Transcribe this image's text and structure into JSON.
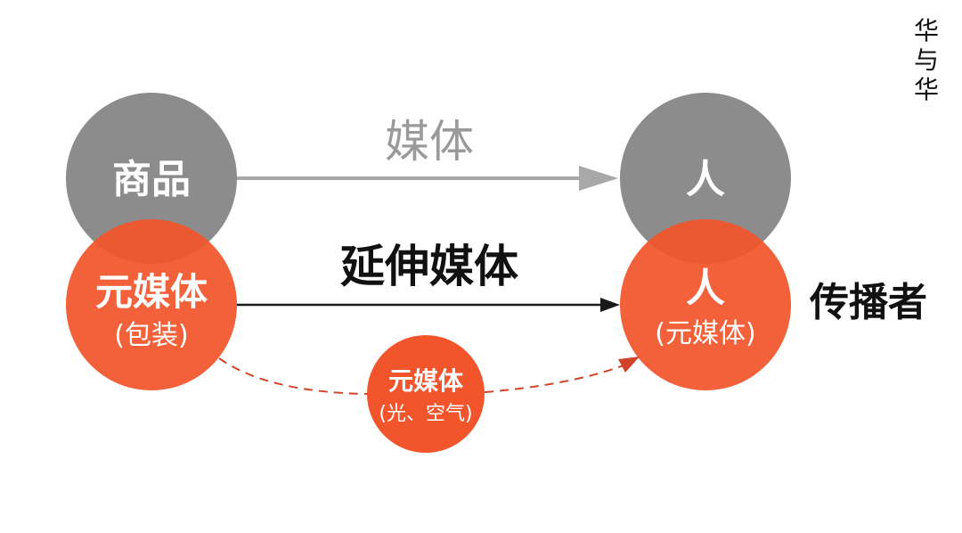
{
  "logo": {
    "lines": [
      "华",
      "与",
      "华"
    ]
  },
  "nodes": {
    "goods": {
      "label": "商品"
    },
    "person_top": {
      "label": "人"
    },
    "meta_packaging": {
      "label": "元媒体",
      "sub": "(包装)"
    },
    "person_meta": {
      "label": "人",
      "sub": "(元媒体)"
    },
    "meta_light": {
      "label": "元媒体",
      "sub": "(光、空气)"
    }
  },
  "edges": {
    "media": {
      "label": "媒体"
    },
    "extended_media": {
      "label": "延伸媒体"
    }
  },
  "side_label": "传播者",
  "colors": {
    "gray": "#8c8c8c",
    "orange": "#f2552c",
    "orange_dashed": "#d2442a",
    "arrow_gray": "#a8a8a8",
    "arrow_dark": "#1a1a1a",
    "media_text": "#9a9a9a",
    "text_dark": "#111111",
    "text_white": "#ffffff"
  }
}
